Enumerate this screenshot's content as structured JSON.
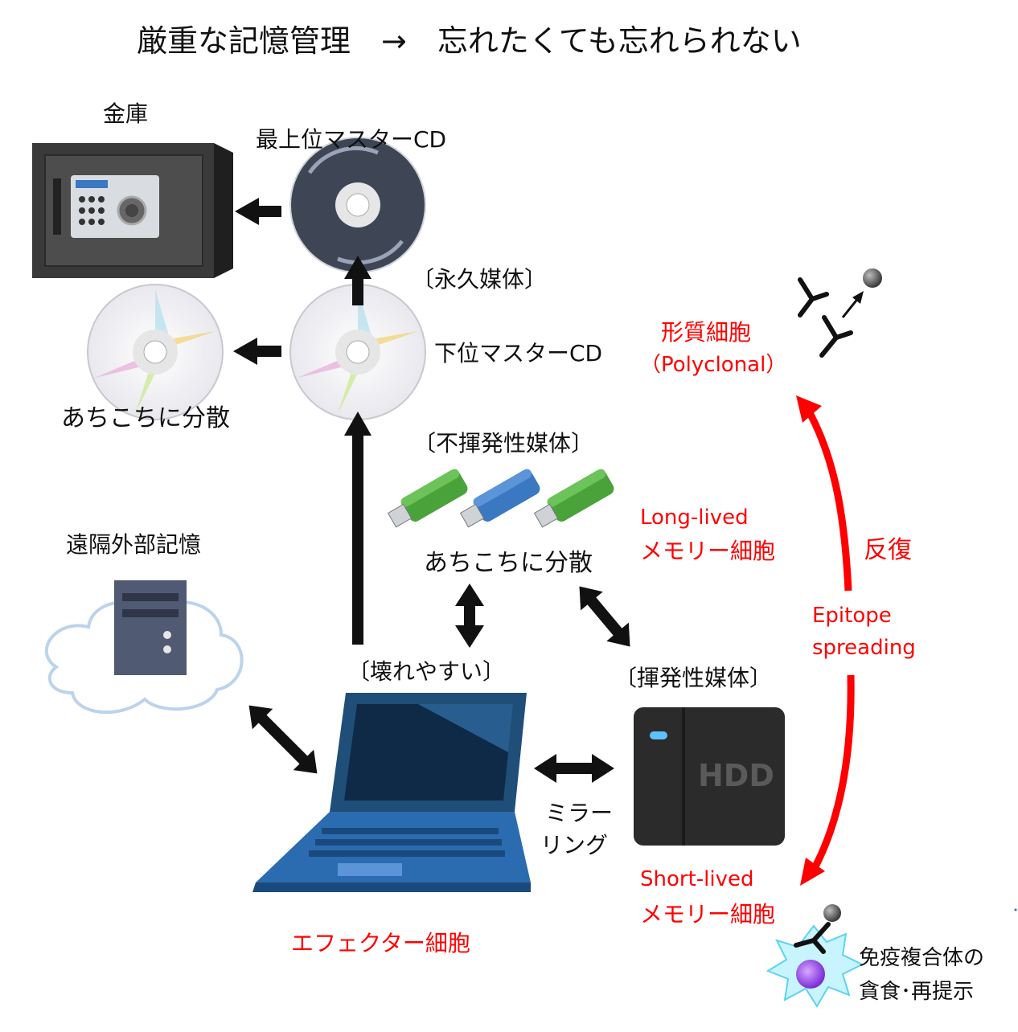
{
  "title": "厳重な記憶管理　→　忘れたくても忘れられない",
  "labels": {
    "safe": "金庫",
    "top_master_cd": "最上位マスターCD",
    "permanent_media": "〔永久媒体〕",
    "lower_master_cd": "下位マスターCD",
    "scattered_cd": "あちこちに分散",
    "nonvolatile_media": "〔不揮発性媒体〕",
    "scattered_usb": "あちこちに分散",
    "remote_storage": "遠隔外部記憶",
    "fragile": "〔壊れやすい〕",
    "volatile_media": "〔揮発性媒体〕",
    "mirroring_line1": "ミラー",
    "mirroring_line2": "リング",
    "hdd_text": "HDD",
    "effector_cell": "エフェクター細胞",
    "long_lived_1": "Long-lived",
    "long_lived_2": "メモリー細胞",
    "short_lived_1": "Short-lived",
    "short_lived_2": "メモリー細胞",
    "plasma_cell_1": "形質細胞",
    "plasma_cell_2": "（Polyclonal）",
    "repeat": "反復",
    "epitope_1": "Epitope",
    "epitope_2": "spreading",
    "immune_complex_1": "免疫複合体の",
    "immune_complex_2": "貪食･再提示"
  },
  "colors": {
    "text": "#111111",
    "highlight_red": "#ff0000",
    "laptop_blue": "#1f4e79",
    "usb_green": "#4aa33a",
    "usb_blue": "#3a78c2",
    "hdd_dark": "#2b2b2b",
    "safe_dark": "#3a3a3a",
    "cloud_outline": "#bcd3ec",
    "server_gray": "#505a73"
  },
  "icons": [
    "safe-icon",
    "cd-icon",
    "usb-drive-icon",
    "cloud-server-icon",
    "laptop-icon",
    "hdd-icon",
    "antibody-icon",
    "antigen-icon",
    "phagocyte-icon"
  ]
}
